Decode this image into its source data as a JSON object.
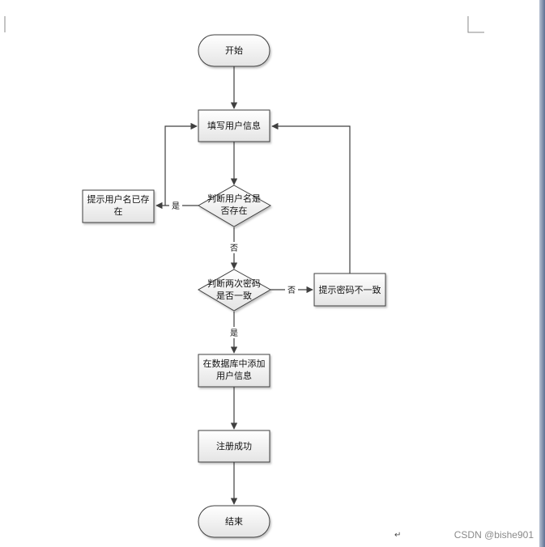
{
  "nodes": {
    "start": {
      "lines": [
        "开始"
      ]
    },
    "fill_info": {
      "lines": [
        "填写用户信息"
      ]
    },
    "check_username": {
      "lines": [
        "判断用户名是",
        "否存在"
      ]
    },
    "username_exists": {
      "lines": [
        "提示用户名已存",
        "在"
      ]
    },
    "check_password": {
      "lines": [
        "判断两次密码",
        "是否一致"
      ]
    },
    "password_mismatch": {
      "lines": [
        "提示密码不一致"
      ]
    },
    "add_to_db": {
      "lines": [
        "在数据库中添加",
        "用户信息"
      ]
    },
    "register_success": {
      "lines": [
        "注册成功"
      ]
    },
    "end": {
      "lines": [
        "结束"
      ]
    }
  },
  "edges": {
    "yes_label_1": "是",
    "no_label_1": "否",
    "no_label_2": "否",
    "yes_label_2": "是"
  },
  "paragraph_mark": "↵",
  "watermark": "CSDN @bishe901",
  "colors": {
    "shape_fill_top": "#ffffff",
    "shape_fill_bottom": "#e6e6e6",
    "stroke": "#404040",
    "page_edge": "#5d6f92"
  }
}
